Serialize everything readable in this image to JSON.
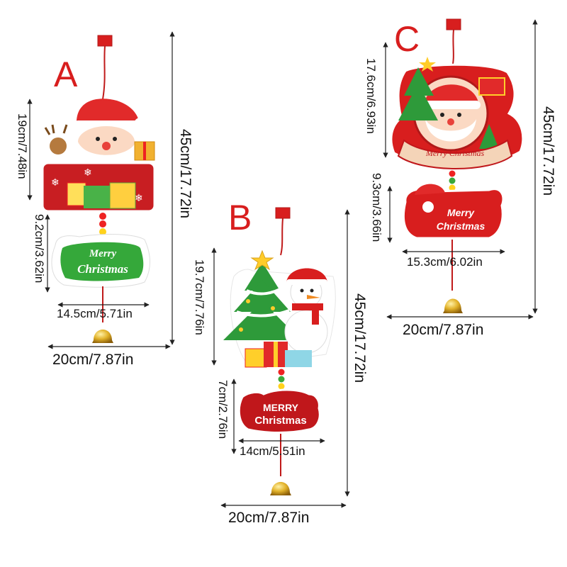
{
  "labels": {
    "a": "A",
    "b": "B",
    "c": "C"
  },
  "product_a": {
    "top_height": "19cm/7.48in",
    "plaque_height": "9.2cm/3.62in",
    "plaque_width": "14.5cm/5.71in",
    "total_height": "45cm/17.72in",
    "total_width": "20cm/7.87in",
    "plaque_text_1": "Merry",
    "plaque_text_2": "Christmas"
  },
  "product_b": {
    "top_height": "19.7cm/7.76in",
    "plaque_height": "7cm/2.76in",
    "plaque_width": "14cm/5.51in",
    "total_height": "45cm/17.72in",
    "total_width": "20cm/7.87in",
    "plaque_text_1": "MERRY",
    "plaque_text_2": "Christmas"
  },
  "product_c": {
    "top_height": "17.6cm/6.93in",
    "plaque_height": "9.3cm/3.66in",
    "plaque_width": "15.3cm/6.02in",
    "total_height": "45cm/17.72in",
    "total_width": "20cm/7.87in",
    "banner_text": "Merry Christmas",
    "plaque_text_1": "Merry",
    "plaque_text_2": "Christmas"
  },
  "colors": {
    "red": "#d81e1e",
    "green": "#2fa12f",
    "gold": "#d9a21b",
    "dark_red": "#b01919"
  }
}
